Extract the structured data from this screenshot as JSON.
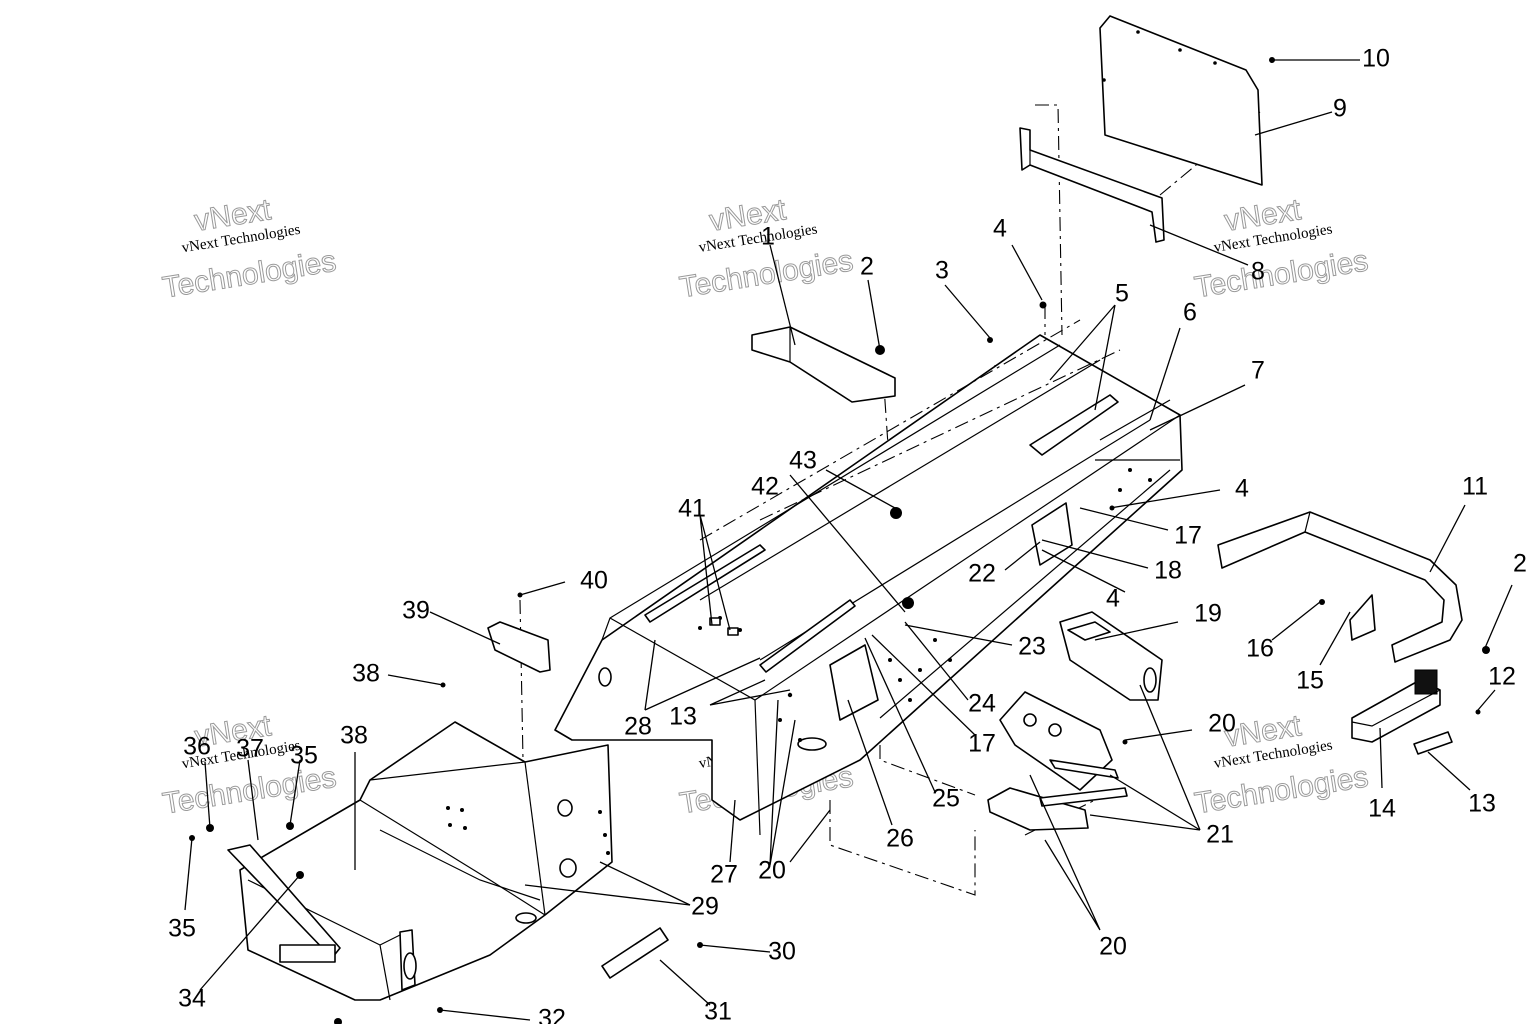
{
  "watermark": {
    "line": "vNext Technologies",
    "outline_top": "vNext",
    "outline_bottom": "Technologies"
  },
  "callouts": [
    {
      "id": "c1",
      "label": "1"
    },
    {
      "id": "c2a",
      "label": "2"
    },
    {
      "id": "c2b",
      "label": "2"
    },
    {
      "id": "c3",
      "label": "3"
    },
    {
      "id": "c4a",
      "label": "4"
    },
    {
      "id": "c4b",
      "label": "4"
    },
    {
      "id": "c4c",
      "label": "4"
    },
    {
      "id": "c5",
      "label": "5"
    },
    {
      "id": "c6",
      "label": "6"
    },
    {
      "id": "c7",
      "label": "7"
    },
    {
      "id": "c8",
      "label": "8"
    },
    {
      "id": "c9",
      "label": "9"
    },
    {
      "id": "c10",
      "label": "10"
    },
    {
      "id": "c11",
      "label": "11"
    },
    {
      "id": "c12",
      "label": "12"
    },
    {
      "id": "c13a",
      "label": "13"
    },
    {
      "id": "c13b",
      "label": "13"
    },
    {
      "id": "c14",
      "label": "14"
    },
    {
      "id": "c15",
      "label": "15"
    },
    {
      "id": "c16",
      "label": "16"
    },
    {
      "id": "c17a",
      "label": "17"
    },
    {
      "id": "c17b",
      "label": "17"
    },
    {
      "id": "c18",
      "label": "18"
    },
    {
      "id": "c19",
      "label": "19"
    },
    {
      "id": "c20a",
      "label": "20"
    },
    {
      "id": "c20b",
      "label": "20"
    },
    {
      "id": "c20c",
      "label": "20"
    },
    {
      "id": "c21",
      "label": "21"
    },
    {
      "id": "c22",
      "label": "22"
    },
    {
      "id": "c23",
      "label": "23"
    },
    {
      "id": "c24",
      "label": "24"
    },
    {
      "id": "c25",
      "label": "25"
    },
    {
      "id": "c26",
      "label": "26"
    },
    {
      "id": "c27",
      "label": "27"
    },
    {
      "id": "c28",
      "label": "28"
    },
    {
      "id": "c29",
      "label": "29"
    },
    {
      "id": "c30",
      "label": "30"
    },
    {
      "id": "c31",
      "label": "31"
    },
    {
      "id": "c32",
      "label": "32"
    },
    {
      "id": "c34",
      "label": "34"
    },
    {
      "id": "c35a",
      "label": "35"
    },
    {
      "id": "c35b",
      "label": "35"
    },
    {
      "id": "c36",
      "label": "36"
    },
    {
      "id": "c37",
      "label": "37"
    },
    {
      "id": "c38a",
      "label": "38"
    },
    {
      "id": "c38b",
      "label": "38"
    },
    {
      "id": "c39",
      "label": "39"
    },
    {
      "id": "c40",
      "label": "40"
    },
    {
      "id": "c41",
      "label": "41"
    },
    {
      "id": "c42",
      "label": "42"
    },
    {
      "id": "c43",
      "label": "43"
    }
  ]
}
